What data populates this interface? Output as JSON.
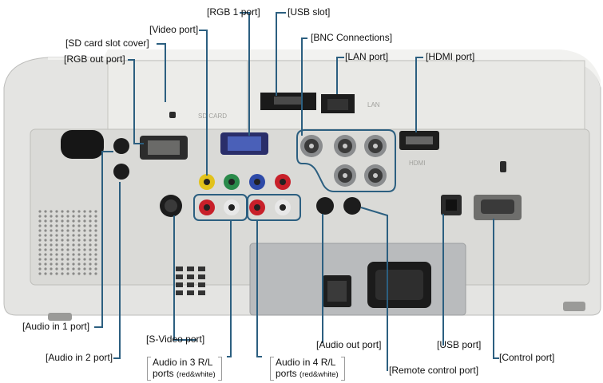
{
  "callouts": {
    "rgb1_port": "RGB 1 port",
    "usb_slot": "USB slot",
    "video_port": "Video port",
    "sd_card_slot_cover": "SD card slot cover",
    "bnc_connections": "BNC Connections",
    "rgb_out_port": "RGB out port",
    "lan_port": "LAN port",
    "hdmi_port": "HDMI port",
    "audio_in_1_port": "Audio in 1 port",
    "s_video_port": "S-Video port",
    "audio_out_port": "Audio out port",
    "usb_port": "USB port",
    "audio_in_2_port": "Audio in 2 port",
    "control_port": "Control port",
    "audio_in_3_line1": "Audio in 3 R/L",
    "audio_in_3_line2": "ports",
    "audio_in_3_note": "(red&white)",
    "audio_in_4_line1": "Audio in 4 R/L",
    "audio_in_4_line2": "ports",
    "audio_in_4_note": "(red&white)",
    "remote_control_port": "Remote control port"
  },
  "panel_text": {
    "sd_card": "SD CARD",
    "lan": "LAN",
    "hdmi": "HDMI"
  },
  "colors": {
    "leader_line": "#2c5f80",
    "housing": "#e4e4e2",
    "panel": "#cfcfcc",
    "port_dark": "#2a2a2a",
    "rca_yellow": "#e2c21a",
    "rca_green": "#2a8a4a",
    "rca_blue": "#2e4aa8",
    "rca_red": "#c8202a",
    "rca_white": "#e8e8e8"
  }
}
